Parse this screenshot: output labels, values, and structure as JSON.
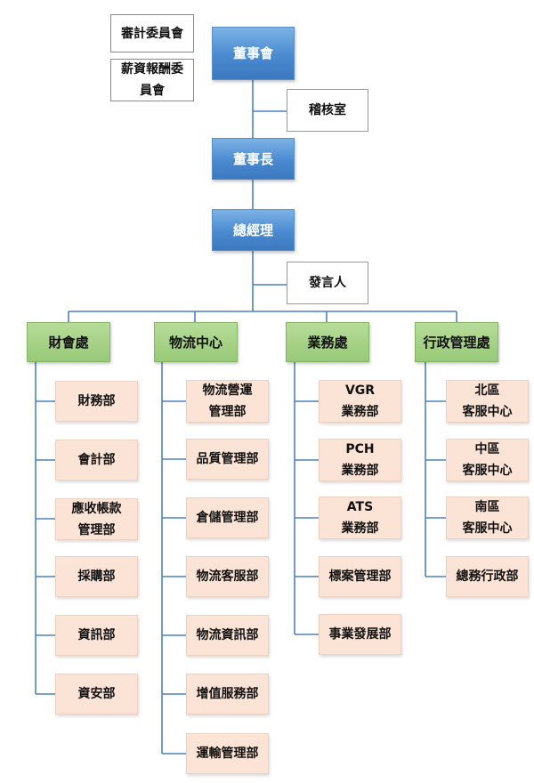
{
  "committees": {
    "audit": "審計委員會",
    "compensation_line1": "薪資報酬委",
    "compensation_line2": "員會"
  },
  "top": {
    "board": "董事會",
    "audit_office": "稽核室",
    "chairman": "董事長",
    "general_manager": "總經理",
    "spokesperson": "發言人"
  },
  "divisions": {
    "finance": {
      "name": "財會處",
      "units": [
        {
          "l1": "財務部",
          "l2": ""
        },
        {
          "l1": "會計部",
          "l2": ""
        },
        {
          "l1": "應收帳款",
          "l2": "管理部"
        },
        {
          "l1": "採購部",
          "l2": ""
        },
        {
          "l1": "資訊部",
          "l2": ""
        },
        {
          "l1": "資安部",
          "l2": ""
        }
      ]
    },
    "logistics": {
      "name": "物流中心",
      "units": [
        {
          "l1": "物流營運",
          "l2": "管理部"
        },
        {
          "l1": "品質管理部",
          "l2": ""
        },
        {
          "l1": "倉儲管理部",
          "l2": ""
        },
        {
          "l1": "物流客服部",
          "l2": ""
        },
        {
          "l1": "物流資訊部",
          "l2": ""
        },
        {
          "l1": "增值服務部",
          "l2": ""
        },
        {
          "l1": "運輸管理部",
          "l2": ""
        }
      ]
    },
    "business": {
      "name": "業務處",
      "units": [
        {
          "l1": "VGR",
          "l2": "業務部"
        },
        {
          "l1": "PCH",
          "l2": "業務部"
        },
        {
          "l1": "ATS",
          "l2": "業務部"
        },
        {
          "l1": "標案管理部",
          "l2": ""
        },
        {
          "l1": "事業發展部",
          "l2": ""
        }
      ]
    },
    "admin": {
      "name": "行政管理處",
      "units": [
        {
          "l1": "北區",
          "l2": "客服中心"
        },
        {
          "l1": "中區",
          "l2": "客服中心"
        },
        {
          "l1": "南區",
          "l2": "客服中心"
        },
        {
          "l1": "總務行政部",
          "l2": ""
        }
      ]
    }
  }
}
